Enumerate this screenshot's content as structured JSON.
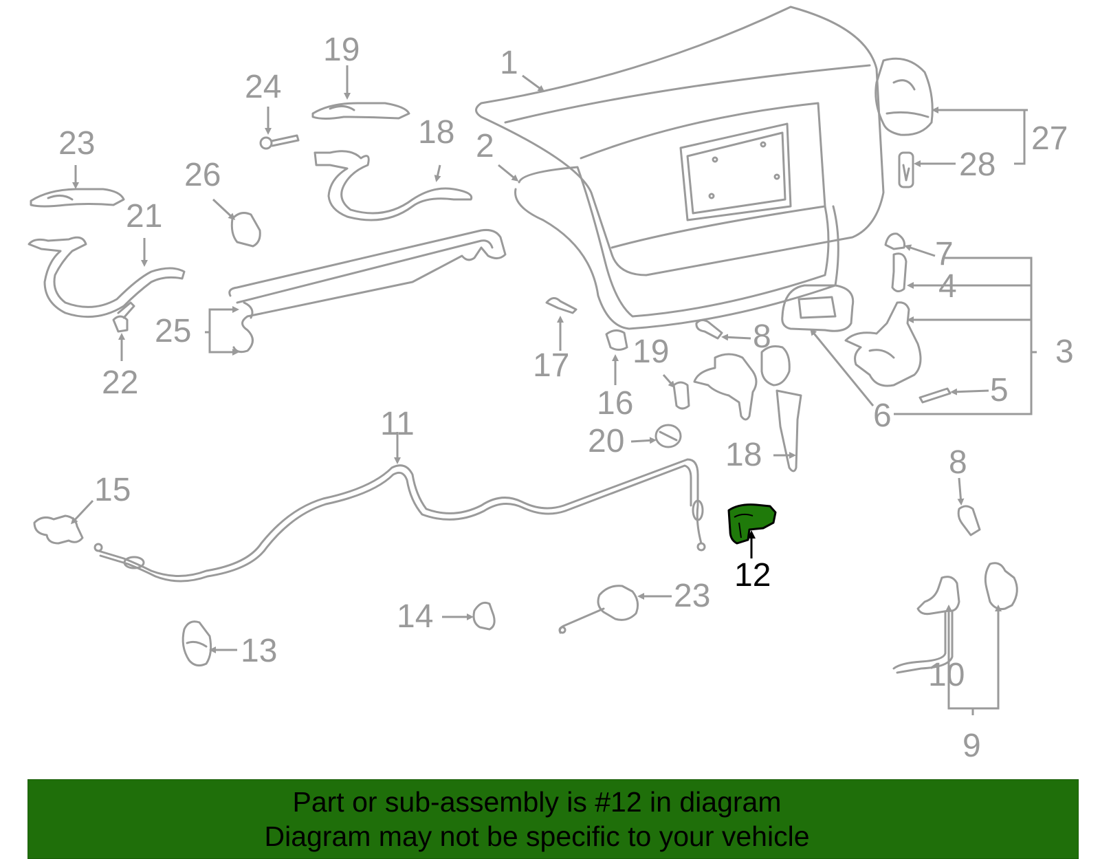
{
  "diagram": {
    "highlighted_part": "12",
    "highlight_color": "#1f7a0a",
    "label_color": "#9a9a9a",
    "labels": {
      "l1": "1",
      "l2": "2",
      "l3": "3",
      "l4": "4",
      "l5": "5",
      "l6": "6",
      "l7": "7",
      "l8a": "8",
      "l8b": "8",
      "l9": "9",
      "l10": "10",
      "l11": "11",
      "l12": "12",
      "l13": "13",
      "l14": "14",
      "l15": "15",
      "l16": "16",
      "l17": "17",
      "l18a": "18",
      "l18b": "18",
      "l19a": "19",
      "l19b": "19",
      "l20": "20",
      "l21": "21",
      "l22": "22",
      "l23a": "23",
      "l23b": "23",
      "l24": "24",
      "l25": "25",
      "l26": "26",
      "l27": "27",
      "l28": "28"
    }
  },
  "banner": {
    "line1": "Part or sub-assembly is #12 in diagram",
    "line2": "Diagram may not be specific to your vehicle",
    "color": "#1f6f0a"
  }
}
